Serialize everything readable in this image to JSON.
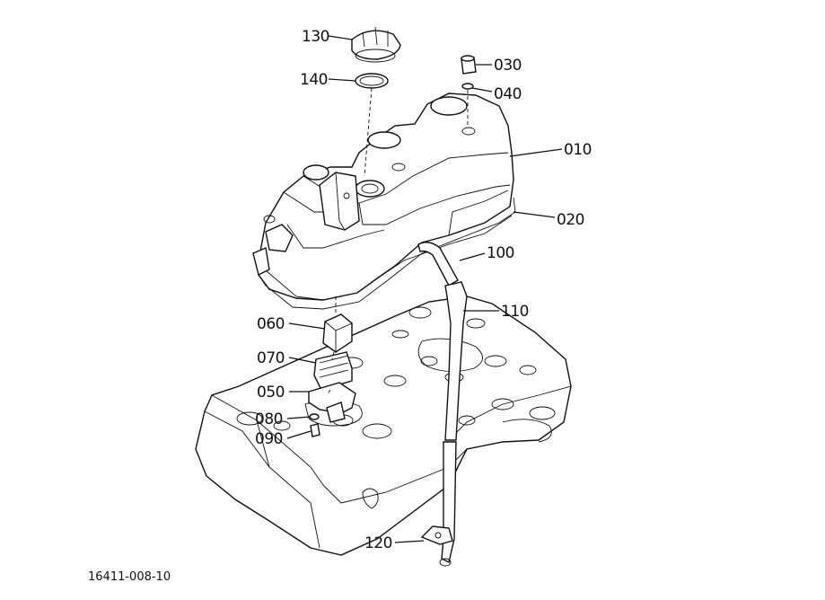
{
  "figure_code": "16411-008-10",
  "callouts": {
    "c010": "010",
    "c020": "020",
    "c030": "030",
    "c040": "040",
    "c050": "050",
    "c060": "060",
    "c070": "070",
    "c080": "080",
    "c090": "090",
    "c100": "100",
    "c110": "110",
    "c120": "120",
    "c130": "130",
    "c140": "140"
  }
}
